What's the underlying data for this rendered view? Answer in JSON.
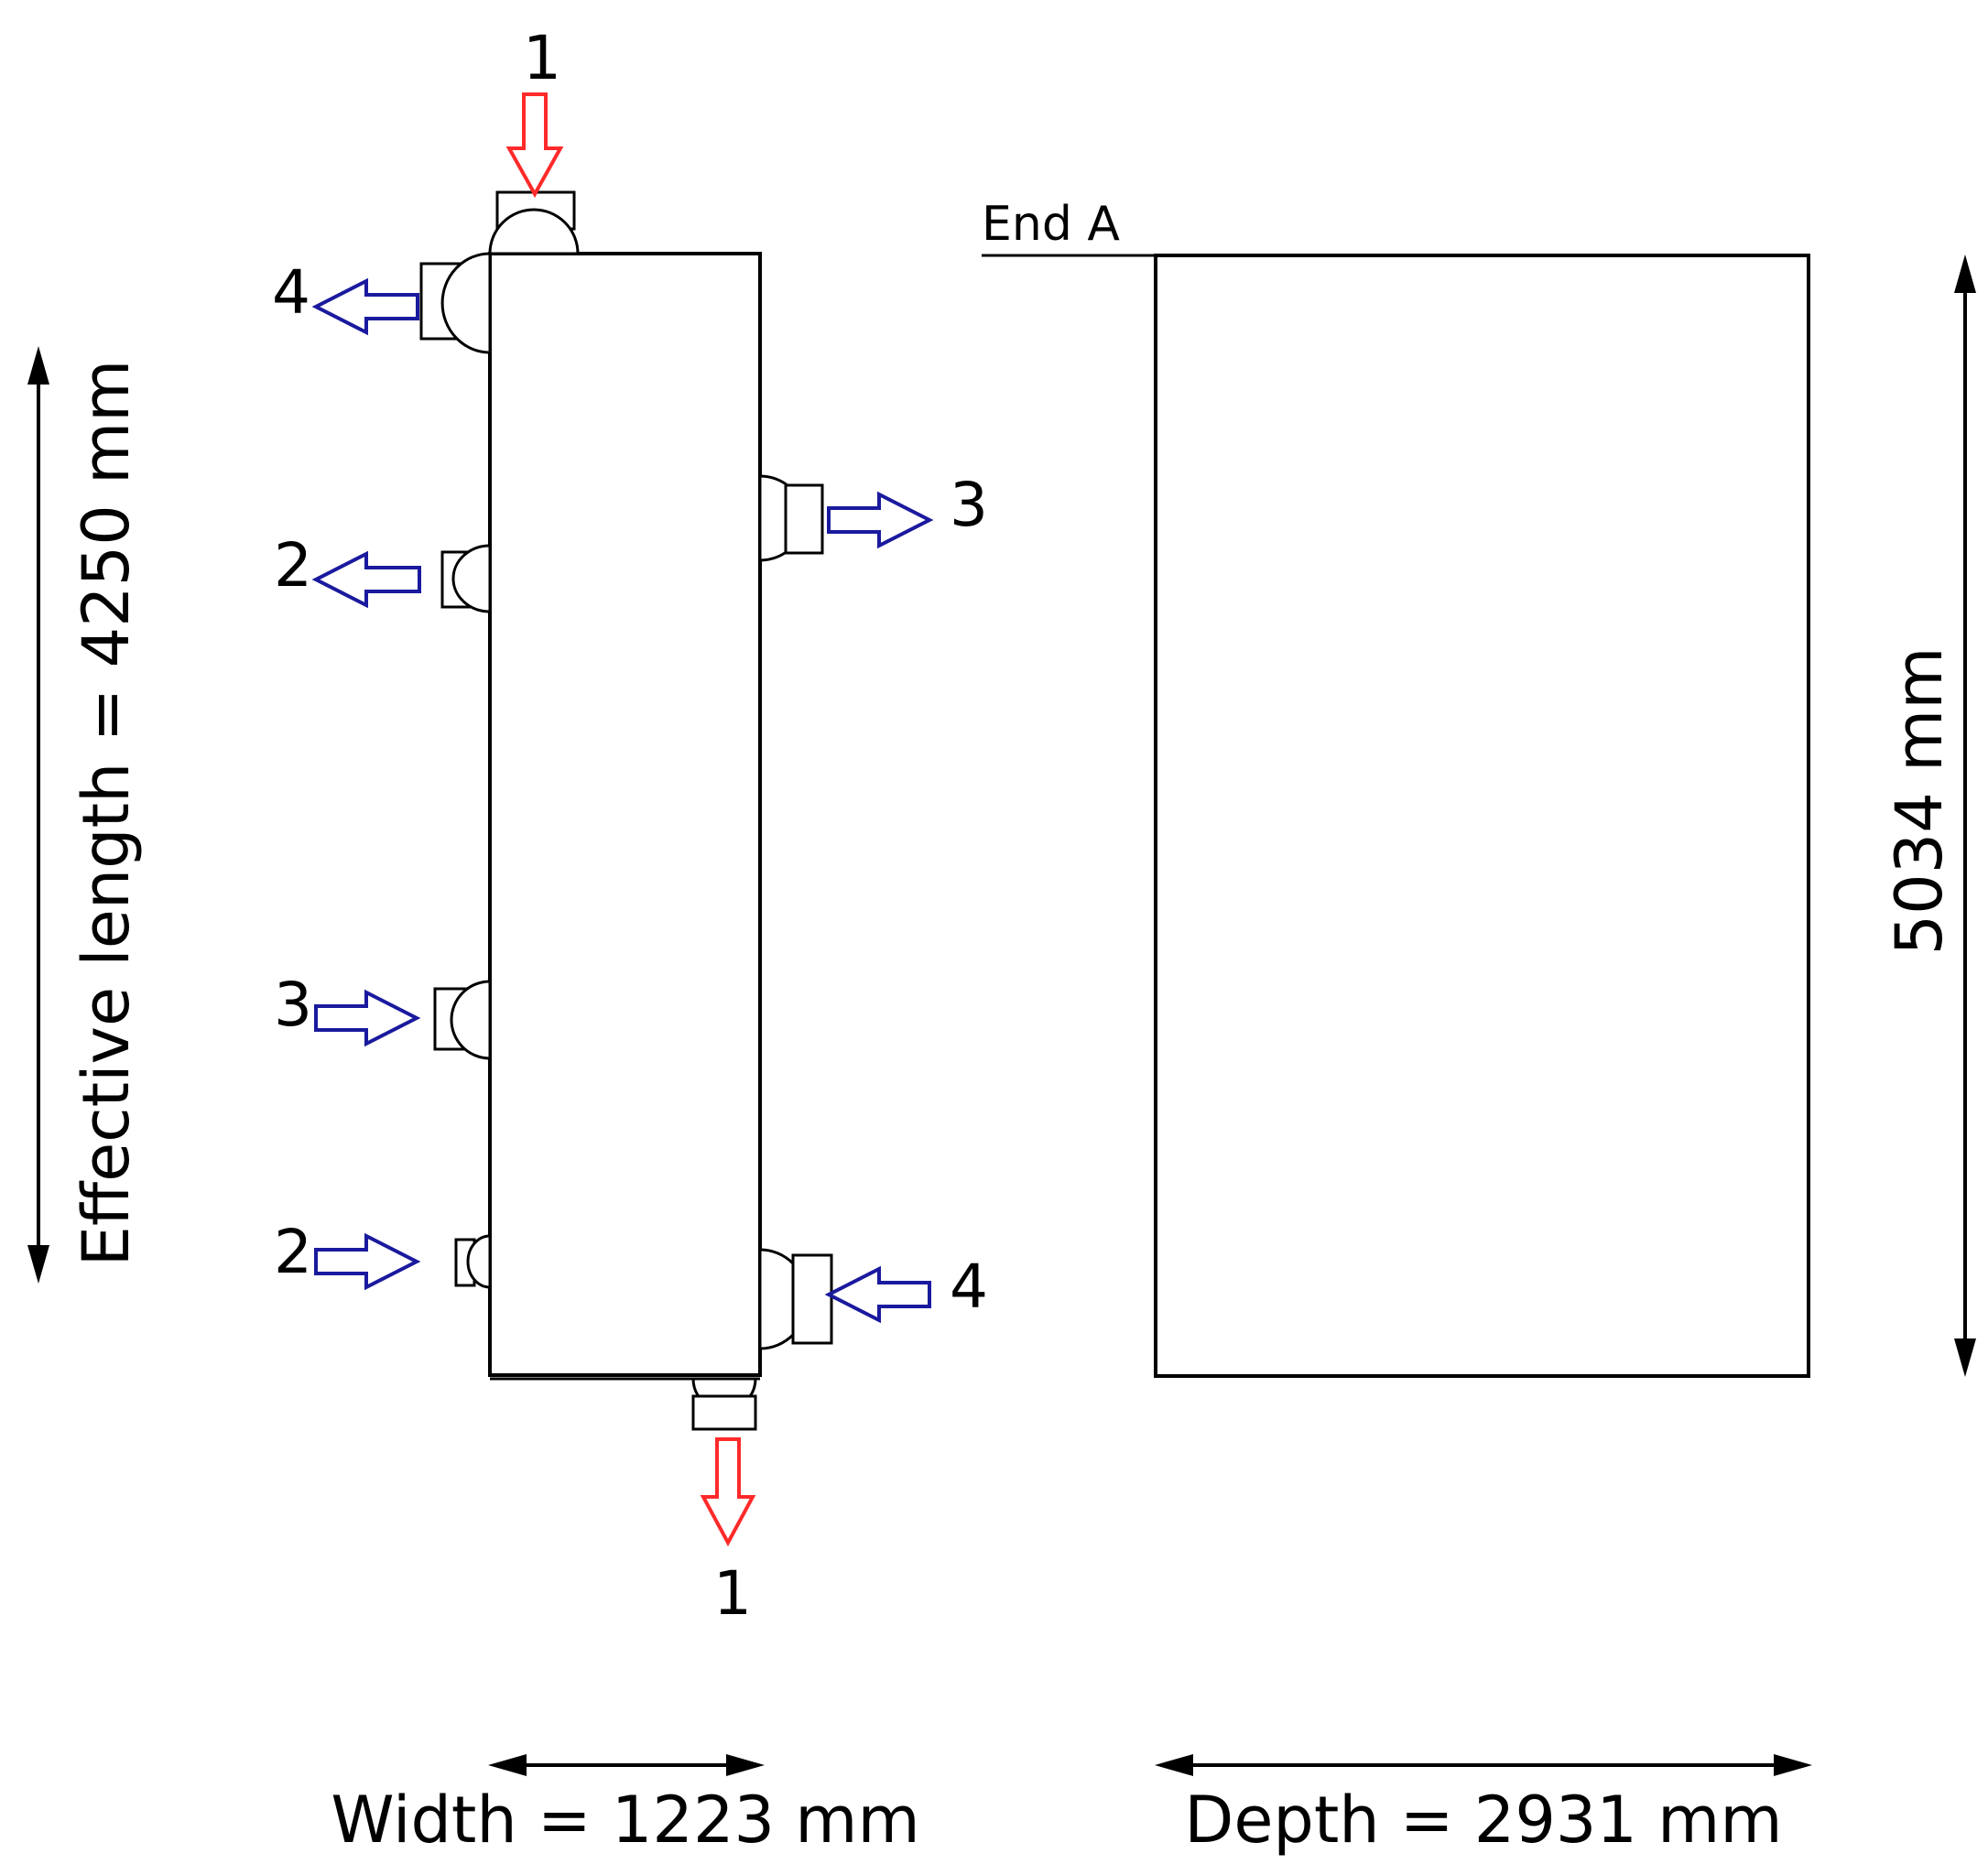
{
  "labels": {
    "effective_length": "Effective length = 4250 mm",
    "height": "5034 mm",
    "width": "Width =  1223 mm",
    "depth": "Depth =  2931 mm",
    "end_a": "End A"
  },
  "ports": [
    {
      "id": "top-1",
      "number": "1"
    },
    {
      "id": "left-upper-4",
      "number": "4"
    },
    {
      "id": "right-upper-3",
      "number": "3"
    },
    {
      "id": "left-upper-2",
      "number": "2"
    },
    {
      "id": "left-lower-3",
      "number": "3"
    },
    {
      "id": "left-lower-2",
      "number": "2"
    },
    {
      "id": "right-lower-4",
      "number": "4"
    },
    {
      "id": "bottom-1",
      "number": "1"
    }
  ],
  "colors": {
    "hot_flow": "#ff2a2a",
    "cold_flow": "#1a1a9e",
    "outline": "#000000"
  }
}
